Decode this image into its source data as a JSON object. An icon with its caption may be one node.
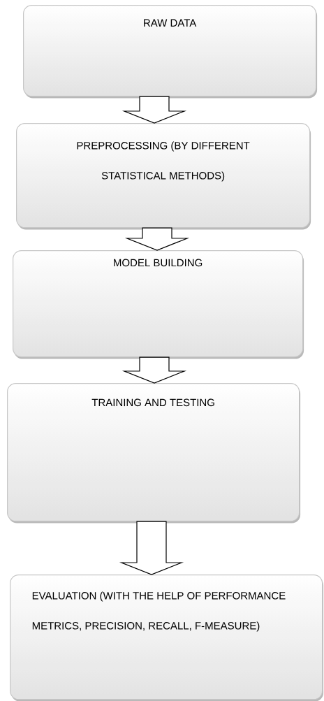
{
  "diagram": {
    "nodes": [
      {
        "text": [
          "RAW DATA"
        ]
      },
      {
        "text": [
          "PREPROCESSING (BY DIFFERENT STATISTICAL METHODS)"
        ]
      },
      {
        "text": [
          "MODEL BUILDING"
        ]
      },
      {
        "text": [
          "TRAINING AND TESTING"
        ]
      },
      {
        "text": [
          "EVALUATION (WITH THE HELP OF PERFORMANCE METRICS, PRECISION, RECALL, F-MEASURE)"
        ]
      }
    ],
    "edges": [
      {
        "from": 0,
        "to": 1,
        "arrow": "to"
      },
      {
        "from": 1,
        "to": 2,
        "arrow": "to"
      },
      {
        "from": 2,
        "to": 3,
        "arrow": "to"
      },
      {
        "from": 3,
        "to": 4,
        "arrow": "to"
      }
    ]
  }
}
